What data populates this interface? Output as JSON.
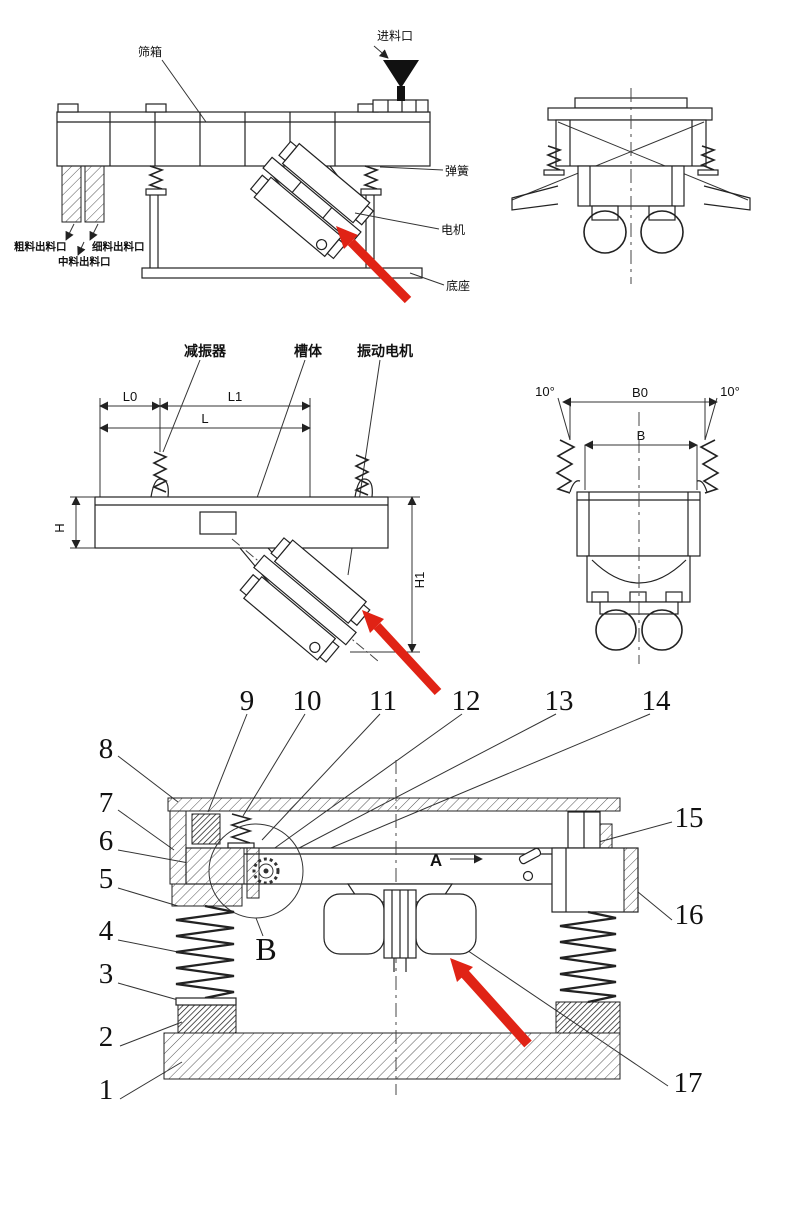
{
  "top_side": {
    "screen_box": "筛箱",
    "feed_inlet": "进料口",
    "spring": "弹簧",
    "motor": "电机",
    "base": "底座",
    "coarse_outlet": "粗料出料口",
    "fine_outlet": "细料出料口",
    "medium_outlet": "中料出料口"
  },
  "dim_view": {
    "damper": "减振器",
    "trough": "槽体",
    "vibration_motor": "振动电机",
    "l0": "L0",
    "l1": "L1",
    "l": "L",
    "h": "H",
    "h1": "H1",
    "b0": "B0",
    "b": "B",
    "angle_left": "10°",
    "angle_right": "10°"
  },
  "section": {
    "callouts": [
      "1",
      "2",
      "3",
      "4",
      "5",
      "6",
      "7",
      "8",
      "9",
      "10",
      "11",
      "12",
      "13",
      "14",
      "15",
      "16",
      "17"
    ],
    "detail": "B",
    "view": "A"
  },
  "colors": {
    "line": "#222222",
    "red_arrow": "#e02315",
    "background": "#ffffff"
  }
}
